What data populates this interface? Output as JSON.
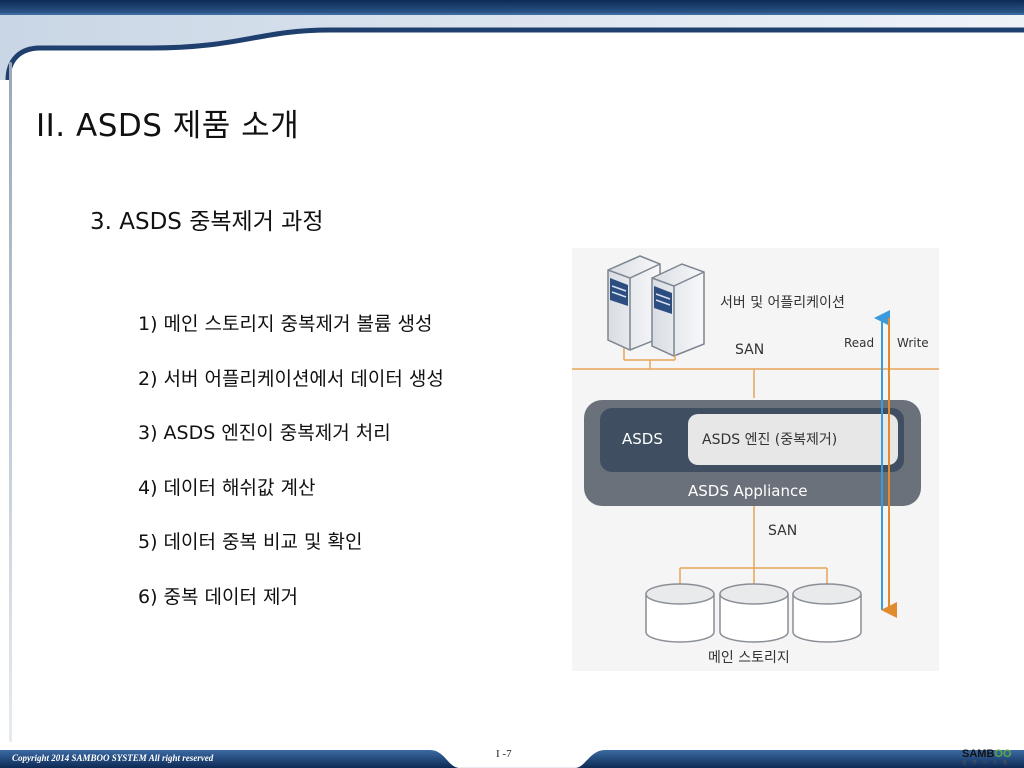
{
  "slide": {
    "title": "II. ASDS 제품 소개",
    "subtitle": "3. ASDS 중복제거 과정",
    "steps": [
      "1) 메인 스토리지 중복제거 볼륨 생성",
      "2) 서버 어플리케이션에서 데이터 생성",
      "3) ASDS 엔진이 중복제거 처리",
      "4) 데이터 해쉬값 계산",
      "5) 데이터 중복 비교 및 확인",
      "6) 중복 데이터 제거"
    ]
  },
  "diagram": {
    "server_label": "서버 및 어플리케이션",
    "san_top": "SAN",
    "read_label": "Read",
    "write_label": "Write",
    "asds_label": "ASDS",
    "engine_label": "ASDS 엔진 (중복제거)",
    "appliance_label": "ASDS Appliance",
    "san_bottom": "SAN",
    "storage_label": "메인 스토리지",
    "colors": {
      "line": "#e8a35a",
      "read_arrow": "#3b9ad9",
      "write_arrow": "#e08b2c",
      "appliance": "#6b717a",
      "inner": "#3f4f61"
    }
  },
  "footer": {
    "copyright": "Copyright 2014 SAMBOO SYSTEM All right reserved",
    "page_number": "I -7",
    "logo_main": "SAMB",
    "logo_accent": "OO",
    "logo_sub": "삼 부 시 스 템"
  }
}
